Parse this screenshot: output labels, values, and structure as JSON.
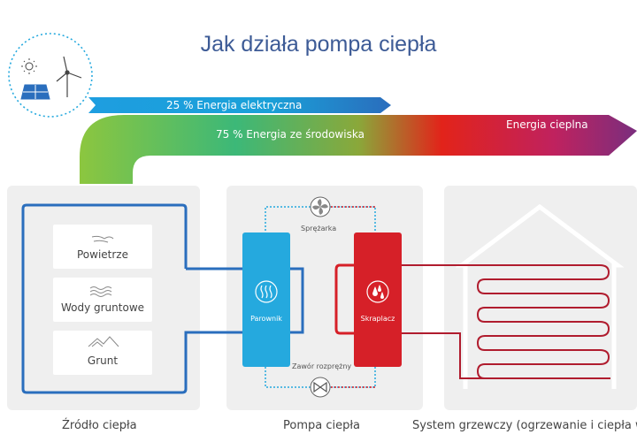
{
  "title": "Jak działa pompa ciepła",
  "flow": {
    "electric_label": "25 % Energia elektryczna",
    "environment_label": "75 % Energia ze środowiska",
    "output_label": "Energia cieplna"
  },
  "source": {
    "items": [
      {
        "label": "Powietrze",
        "icon": "wind-icon"
      },
      {
        "label": "Wody gruntowe",
        "icon": "water-waves-icon"
      },
      {
        "label": "Grunt",
        "icon": "mountains-icon"
      }
    ],
    "caption": "Źródło ciepła"
  },
  "pump": {
    "compressor_label": "Sprężarka",
    "evaporator_label": "Parownik",
    "condenser_label": "Skraplacz",
    "valve_label": "Zawór rozprężny",
    "caption": "Pompa ciepła"
  },
  "heating": {
    "caption": "System grzewczy (ogrzewanie i ciepła w"
  },
  "colors": {
    "cold": "#25a9de",
    "hot": "#d62028",
    "ground": "#8cc63f",
    "title": "#3d5b96",
    "output": "#7a2e7e"
  }
}
